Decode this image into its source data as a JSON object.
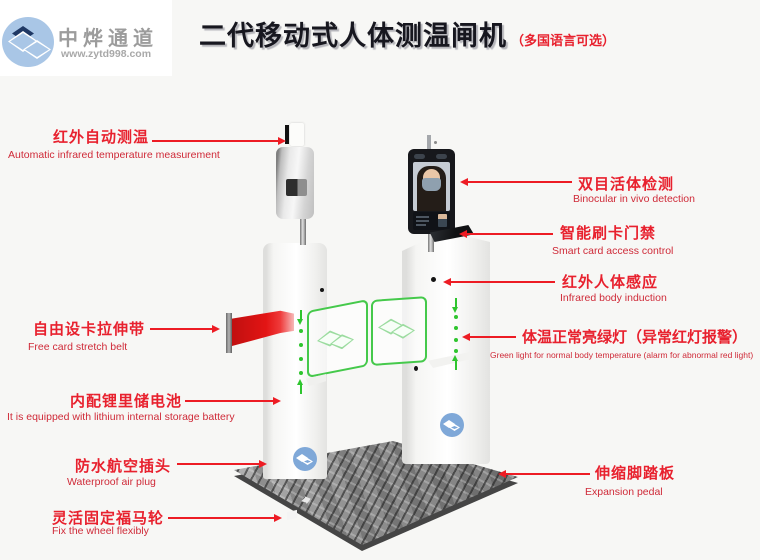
{
  "page": {
    "background": "#f7f7f5"
  },
  "logo": {
    "company": "中烨通道",
    "website": "www.zytd998.com"
  },
  "header": {
    "title": "二代移动式人体测温闸机",
    "subtitle": "（多国语言可选）"
  },
  "callouts": {
    "left": [
      {
        "cn": "红外自动测温",
        "en": "Automatic infrared temperature measurement"
      },
      {
        "cn": "自由设卡拉伸带",
        "en": "Free card stretch belt"
      },
      {
        "cn": "内配锂里储电池",
        "en": "It is equipped with lithium internal storage battery"
      },
      {
        "cn": "防水航空插头",
        "en": "Waterproof air plug"
      },
      {
        "cn": "灵活固定福马轮",
        "en": "Fix the wheel flexibly"
      }
    ],
    "right": [
      {
        "cn": "双目活体检测",
        "en": "Binocular in vivo detection"
      },
      {
        "cn": "智能刷卡门禁",
        "en": "Smart card access control"
      },
      {
        "cn": "红外人体感应",
        "en": "Infrared body induction"
      },
      {
        "cn": "体温正常亮绿灯（异常红灯报警）",
        "en": "Green light for normal body temperature (alarm for abnormal red light)"
      },
      {
        "cn": "伸缩脚踏板",
        "en": "Expansion pedal"
      }
    ]
  },
  "palette": {
    "callout_red": "#e8212e",
    "callout_en_red": "#cf2a38",
    "lead_red": "#ed1c24",
    "title_ink": "#17171f",
    "indicator_green": "#2ec52e",
    "gate_green": "#45c94b",
    "belt_red": "#e31414",
    "logo_ellipse_blue": "#a9c6e6",
    "logo_navy": "#1f3864",
    "pillar_badge_blue": "#7fa8d8"
  },
  "icons": {
    "company_logo": "interlocked-diamonds-ellipse",
    "gate_panel_glyph": "double-diamond-outline",
    "pillar_badge": "diamond-badge",
    "direction_indicator": "green-dotted-double-arrow"
  }
}
